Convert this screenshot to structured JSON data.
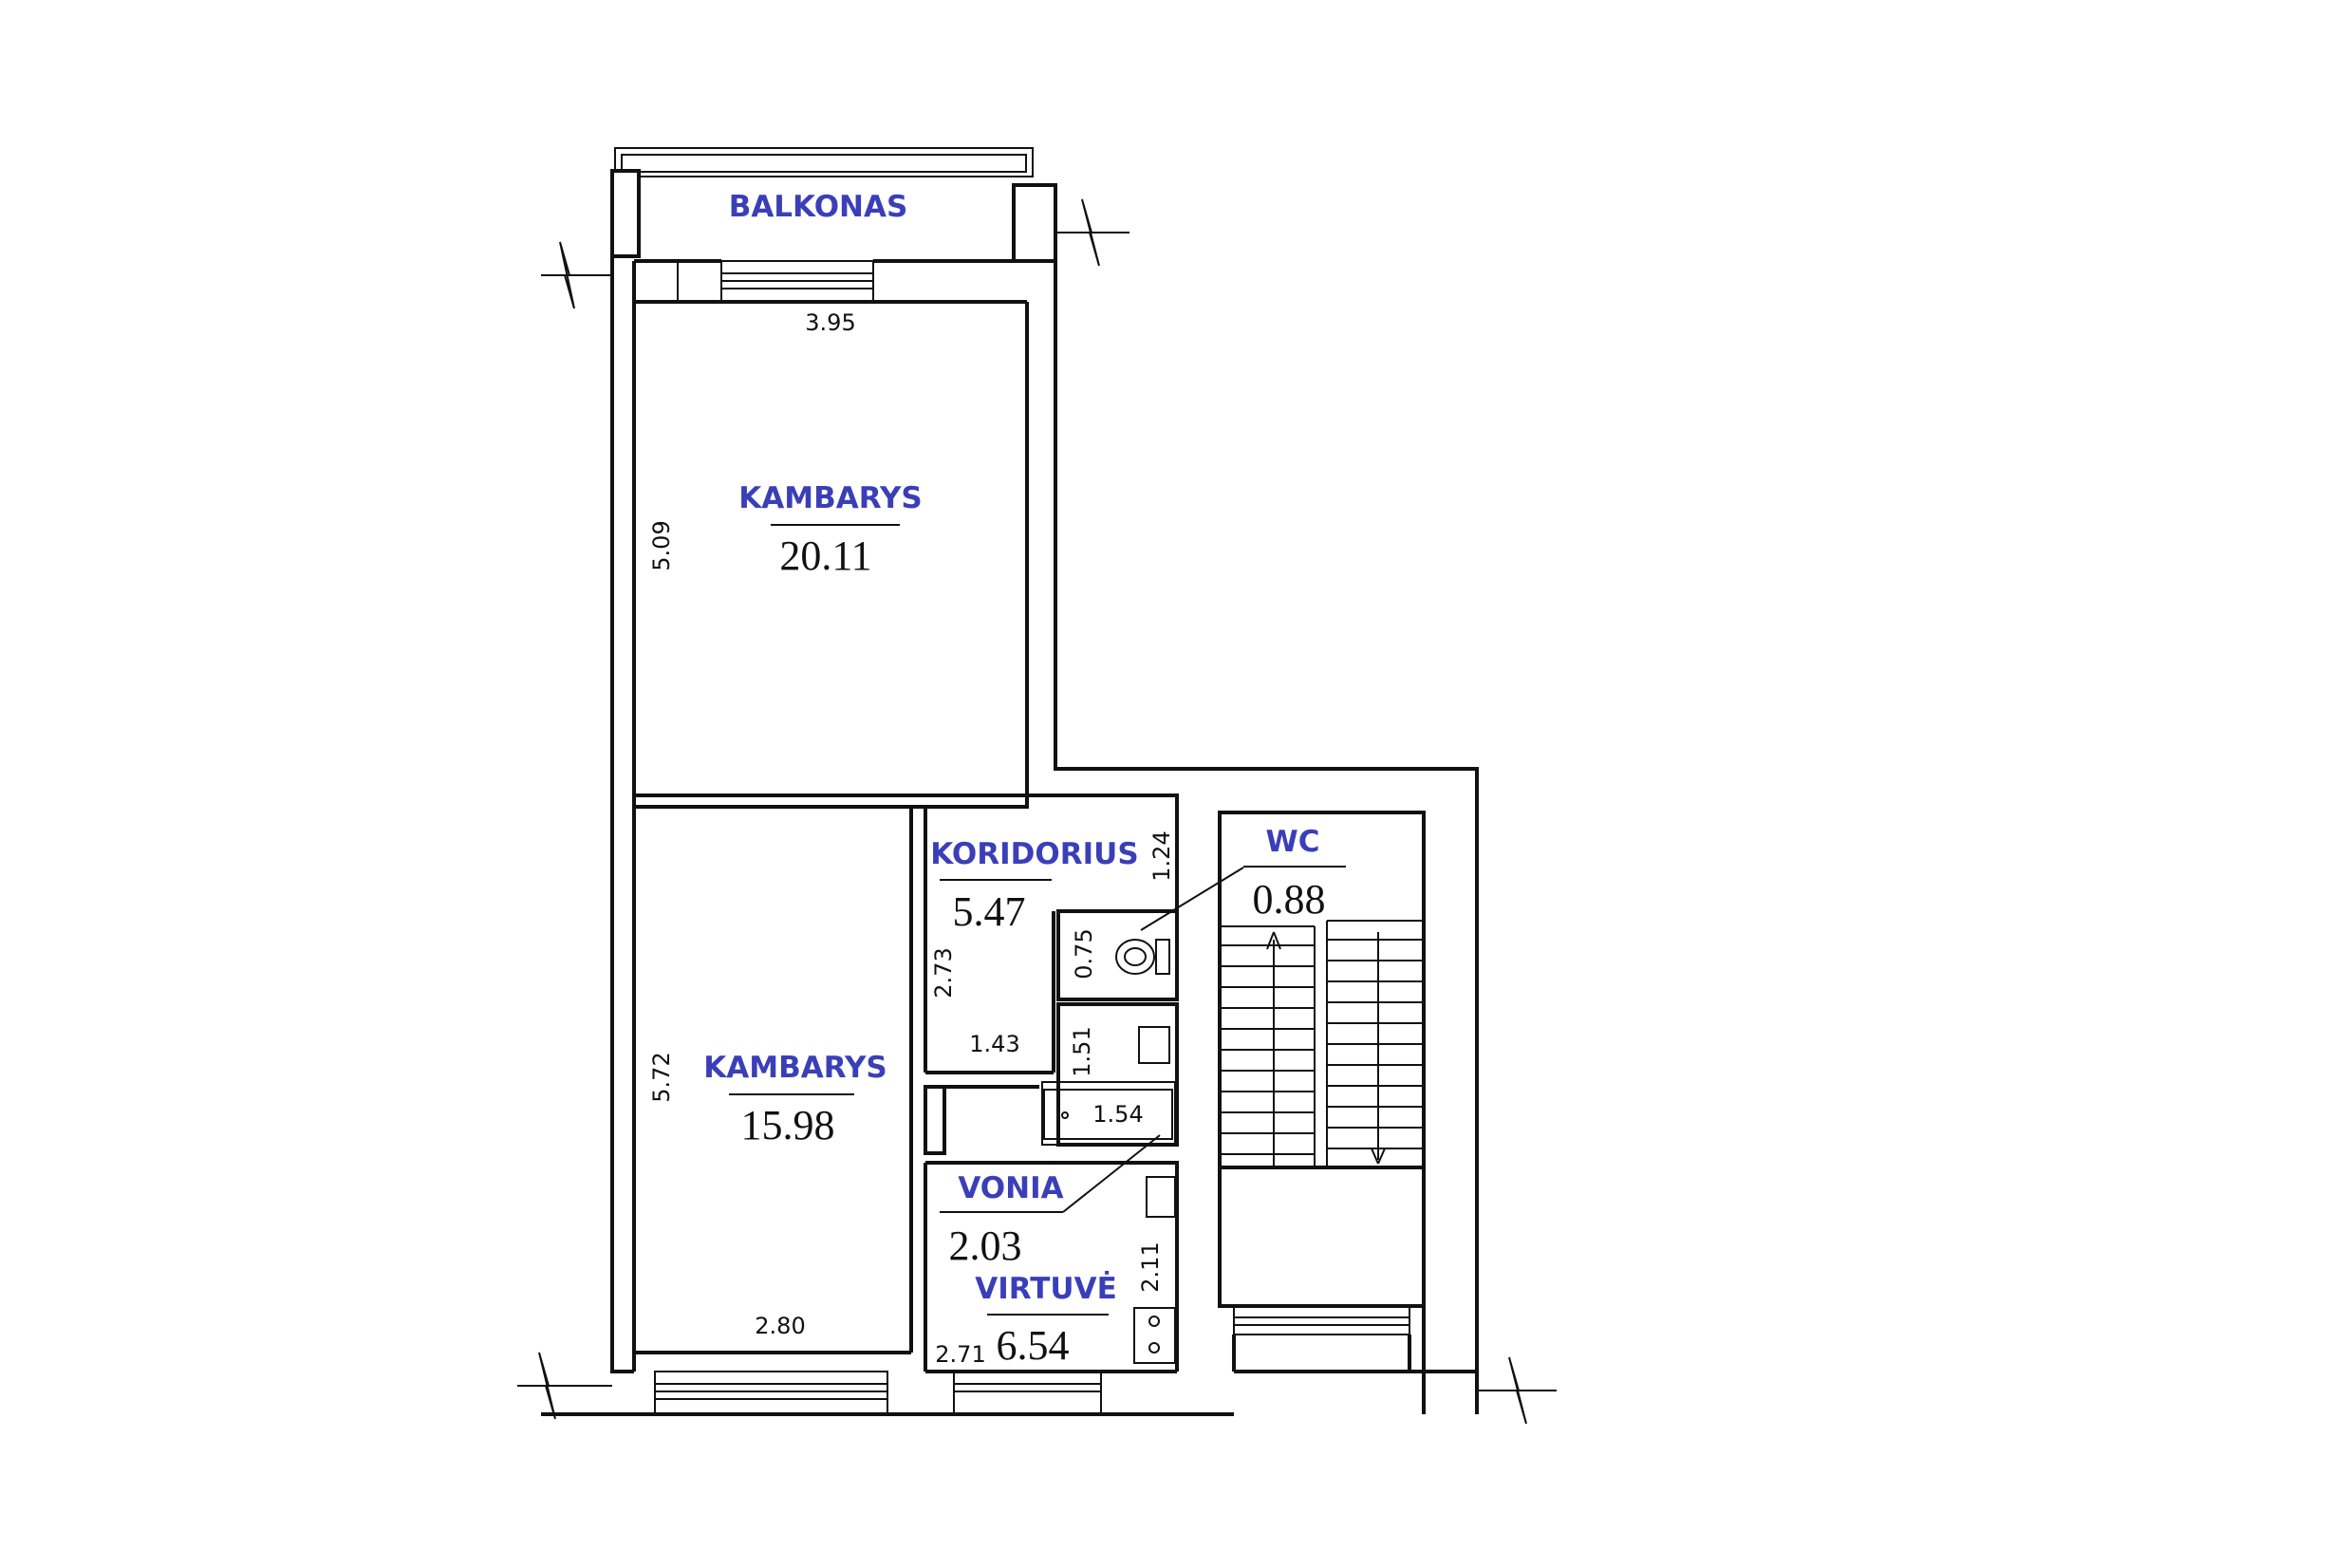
{
  "colors": {
    "label": "#3a3fb8",
    "line": "#111111",
    "background": "#ffffff"
  },
  "rooms": {
    "balkonas": {
      "name": "BALKONAS"
    },
    "kambarys_top": {
      "name": "KAMBARYS",
      "area": "20.11",
      "width": "3.95",
      "length": "5.09"
    },
    "kambarys_bottom": {
      "name": "KAMBARYS",
      "area": "15.98",
      "width": "2.80",
      "length": "5.72"
    },
    "koridorius": {
      "name": "KORIDORIUS",
      "area": "5.47",
      "width": "1.43",
      "length": "2.73",
      "side": "1.24"
    },
    "wc": {
      "name": "WC",
      "area": "0.88",
      "depth": "0.75"
    },
    "vonia": {
      "name": "VONIA",
      "area": "2.03",
      "length": "1.51",
      "bath": "1.54"
    },
    "virtuve": {
      "name": "VIRTUVĖ",
      "area": "6.54",
      "width": "2.71",
      "length": "2.11"
    }
  }
}
